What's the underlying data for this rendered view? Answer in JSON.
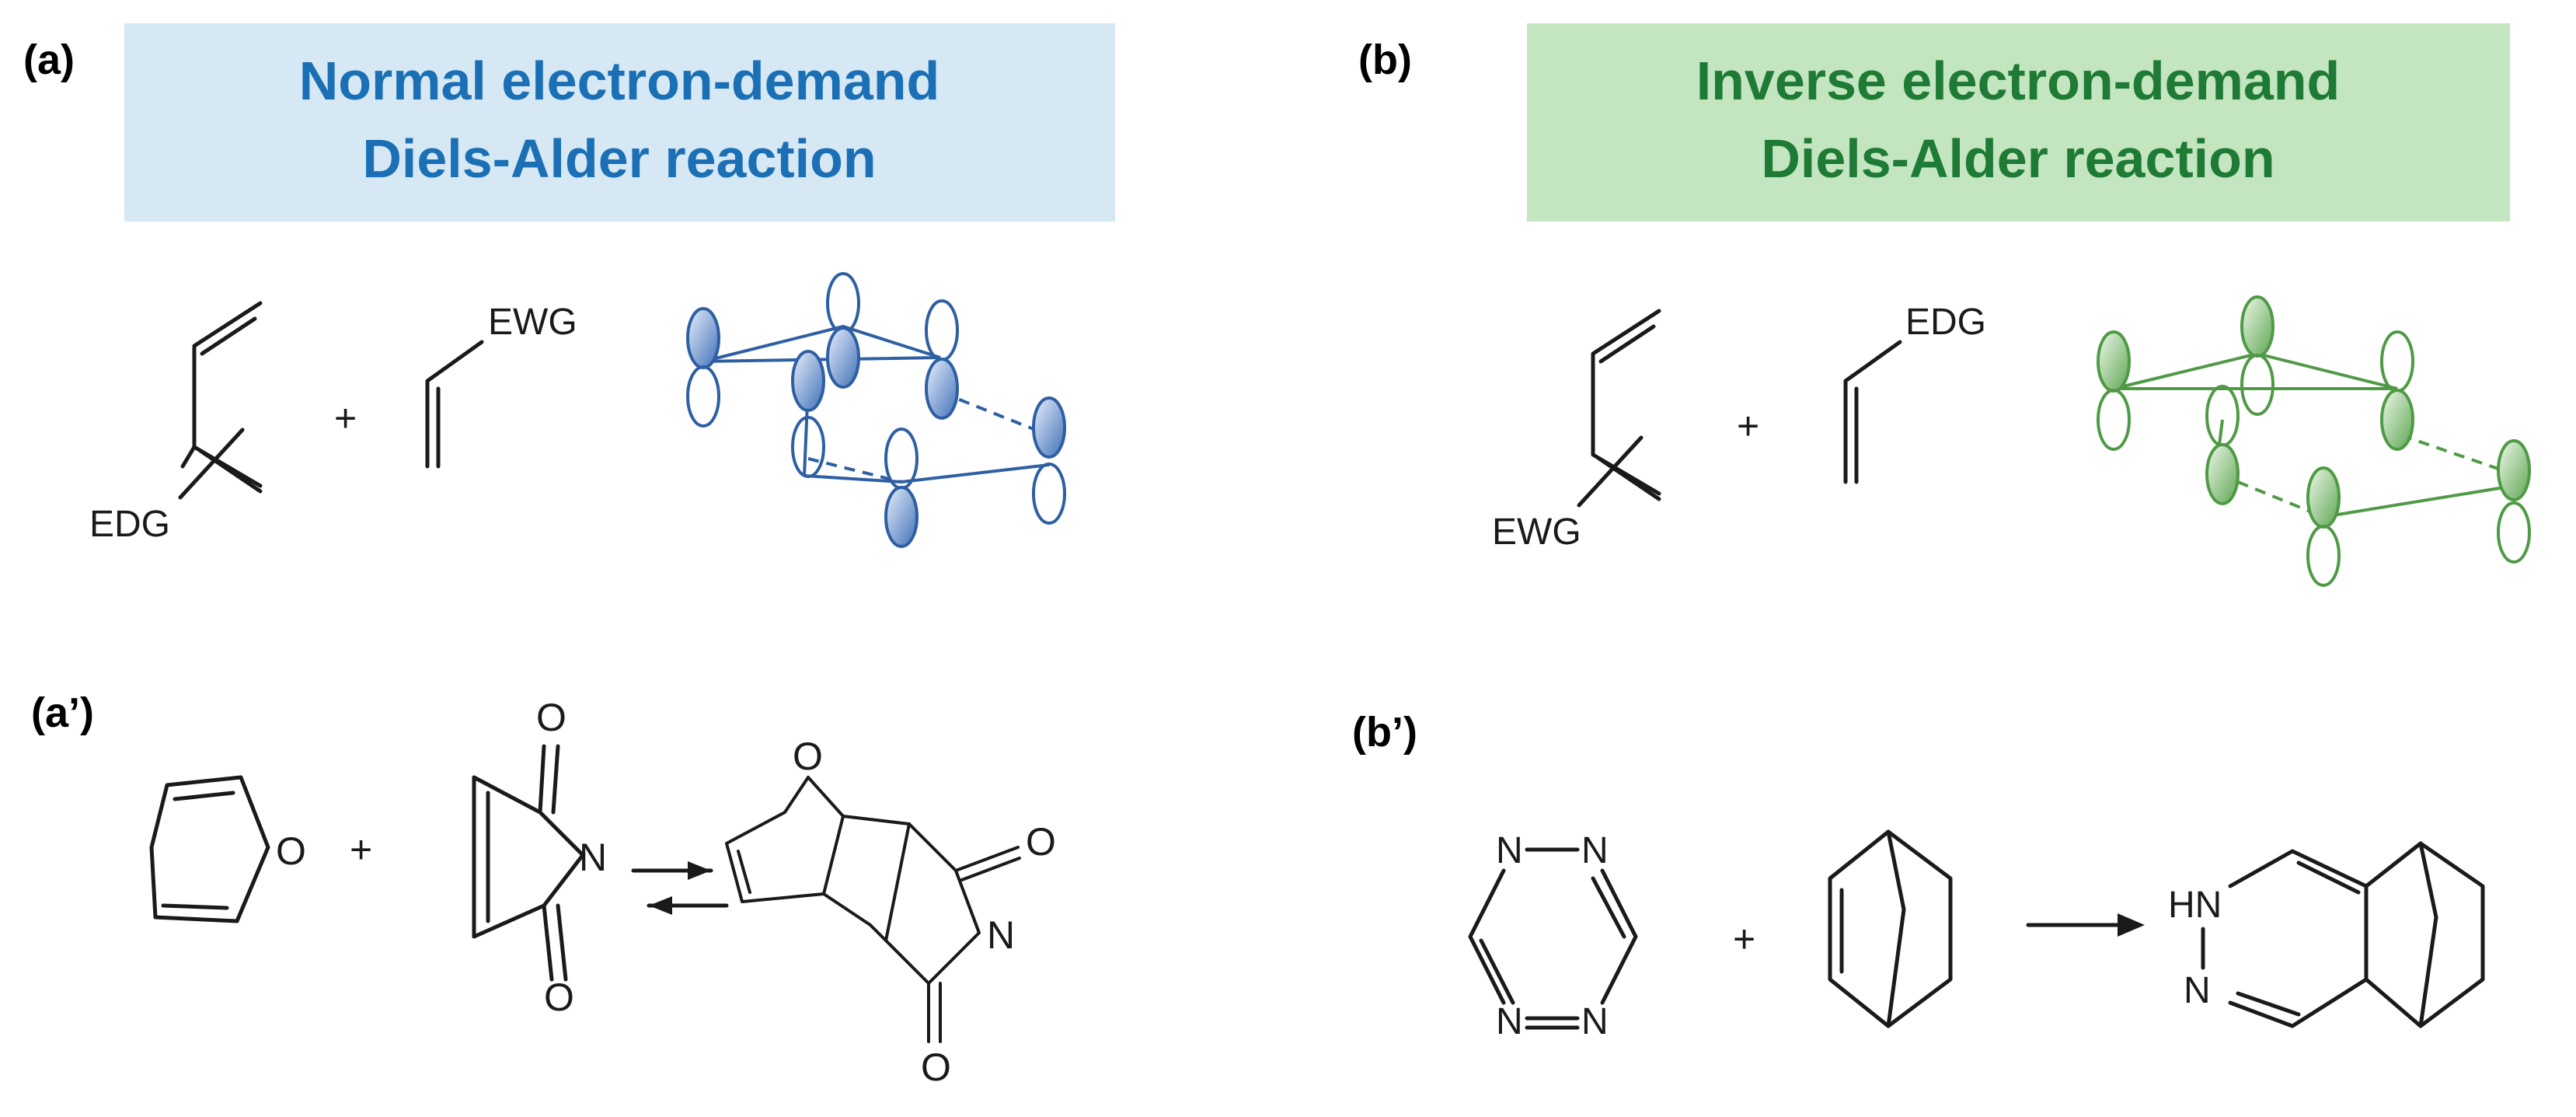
{
  "panels": {
    "a": {
      "label": "(a)",
      "title_line1": "Normal electron-demand",
      "title_line2": "Diels-Alder reaction",
      "title_color": "#1a6fb5",
      "box_color": "#d7e8f5",
      "diene_substituent": "EDG",
      "dienophile_substituent": "EWG",
      "plus": "+",
      "orbital_color": "#2e5fa3"
    },
    "b": {
      "label": "(b)",
      "title_line1": "Inverse electron-demand",
      "title_line2": "Diels-Alder reaction",
      "title_color": "#1e7a34",
      "box_color": "#c3e6c0",
      "diene_substituent": "EWG",
      "dienophile_substituent": "EDG",
      "plus": "+",
      "orbital_color": "#4f9a45"
    },
    "a_prime": {
      "label": "(a’)",
      "plus": "+",
      "maleimide_o_top": "O",
      "maleimide_n": "N",
      "maleimide_o_bottom": "O",
      "furan_o": "O",
      "adduct_o_bridge": "O",
      "adduct_o_top": "O",
      "adduct_n": "N",
      "adduct_o_bottom": "O"
    },
    "b_prime": {
      "label": "(b’)",
      "plus": "+",
      "tetrazine_n_tl": "N",
      "tetrazine_n_tr": "N",
      "tetrazine_n_bl": "N",
      "tetrazine_n_br": "N",
      "product_hn": "HN",
      "product_n": "N"
    }
  }
}
